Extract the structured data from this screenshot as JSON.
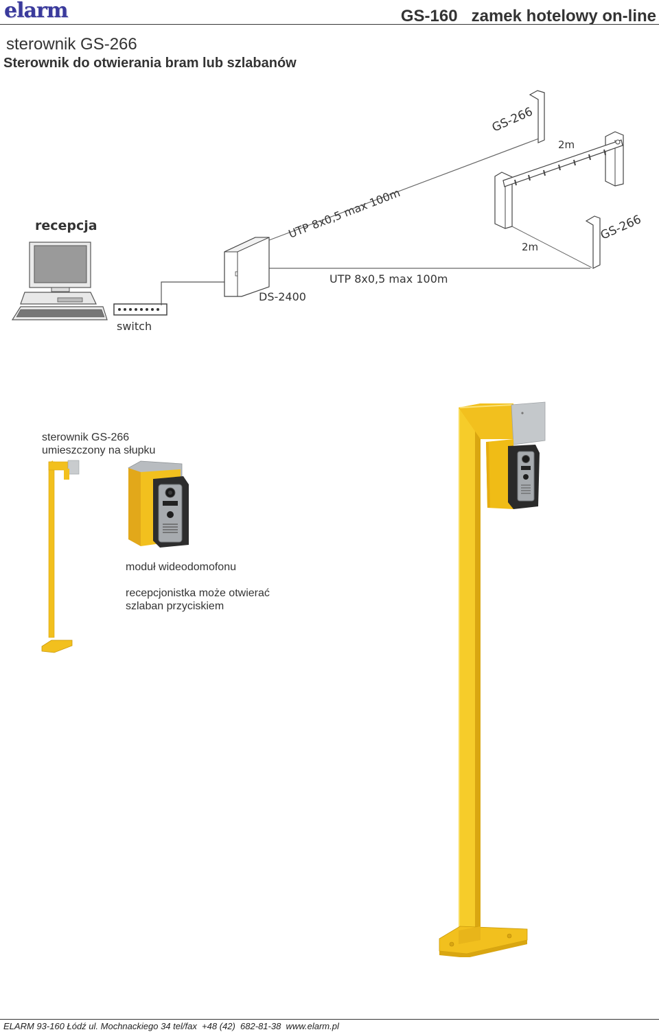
{
  "header": {
    "logo_text": "elarm",
    "product_code": "GS-160",
    "product_name": "zamek hotelowy on-line",
    "accent_color": "#3a3a9c"
  },
  "title": "sterownik GS-266",
  "subtitle": "Sterownik do otwierania bram lub szlabanów",
  "diagram": {
    "reception_label": "recepcja",
    "switch_label": "switch",
    "controller_label": "DS-2400",
    "cable_top_label": "UTP 8x0,5  max 100m",
    "cable_bottom_label": "UTP 8x0,5  max 100m",
    "gate_top_label": "GS-266",
    "gate_bottom_label": "GS-266",
    "distance_top_label": "2m",
    "distance_bottom_label": "2m"
  },
  "photos": {
    "post_caption_line1": "sterownik GS-266",
    "post_caption_line2": "umieszczony na słupku",
    "module_caption": "moduł wideodomofonu",
    "receptionist_line1": "recepcjonistka może otwierać",
    "receptionist_line2": "szlaban przyciskiem",
    "post_color": "#f2c01e"
  },
  "footer": {
    "text": "ELARM 93-160 Łódź ul. Mochnackiego 34 tel/fax  +48 (42)  682-81-38  www.elarm.pl"
  }
}
